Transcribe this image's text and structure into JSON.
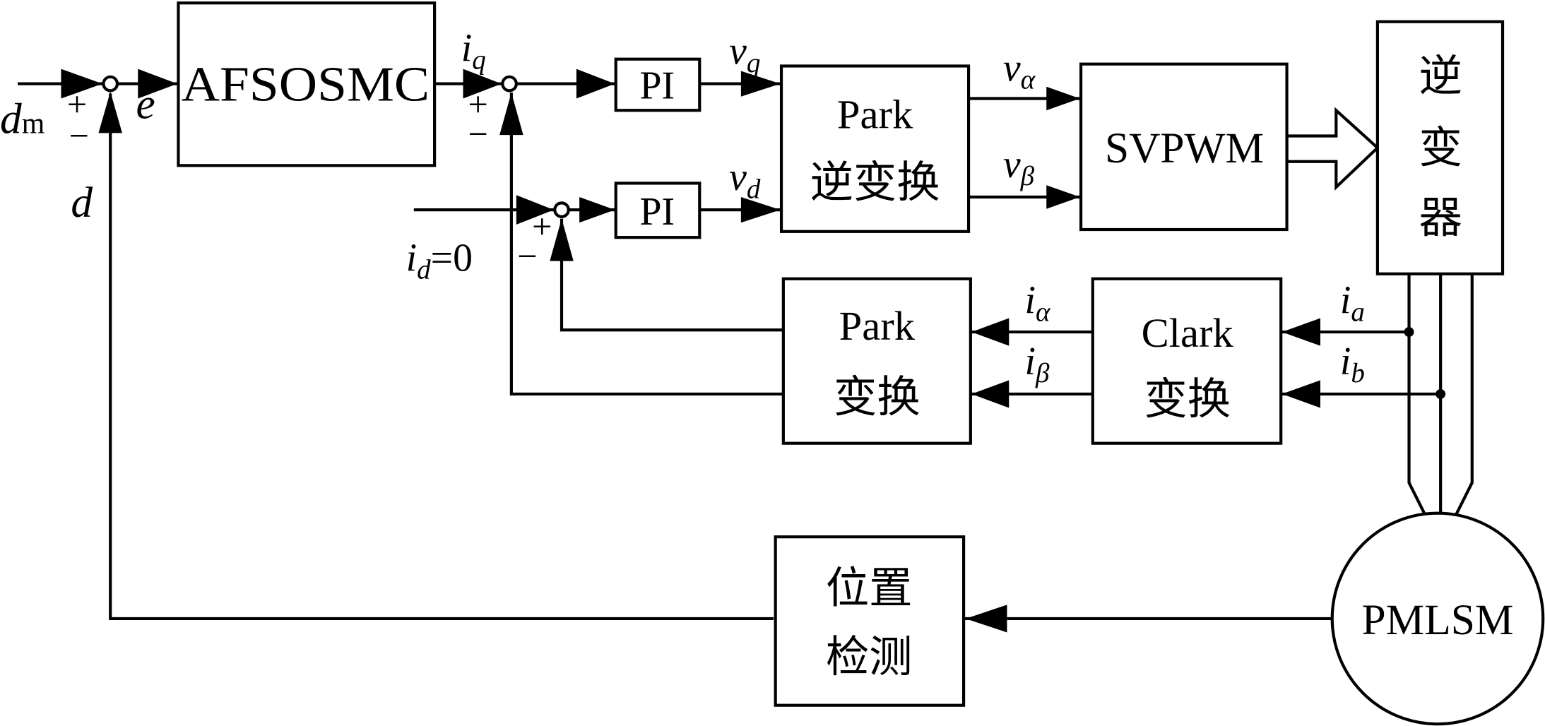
{
  "blocks": {
    "afsosmc": "AFSOSMC",
    "pi_q": "PI",
    "pi_d": "PI",
    "park_inverse_line1": "Park",
    "park_inverse_line2": "逆变换",
    "svpwm": "SVPWM",
    "inverter": [
      "逆",
      "变",
      "器"
    ],
    "park_line1": "Park",
    "park_line2": "变换",
    "clark_line1": "Clark",
    "clark_line2": "变换",
    "position_line1": "位置",
    "position_line2": "检测",
    "motor": "PMLSM"
  },
  "signals": {
    "dm": "d",
    "dm_sub": "m",
    "d": "d",
    "e": "e",
    "iq": "i",
    "iq_sub": "q",
    "id": "i",
    "id_sub": "d",
    "id_value": "=0",
    "vq": "v",
    "vq_sub": "q",
    "vd": "v",
    "vd_sub": "d",
    "valpha": "v",
    "valpha_sub": "α",
    "vbeta": "v",
    "vbeta_sub": "β",
    "ialpha": "i",
    "ialpha_sub": "α",
    "ibeta": "i",
    "ibeta_sub": "β",
    "ia": "i",
    "ia_sub": "a",
    "ib": "i",
    "ib_sub": "b"
  },
  "signs": {
    "plus": "+",
    "minus": "−"
  }
}
